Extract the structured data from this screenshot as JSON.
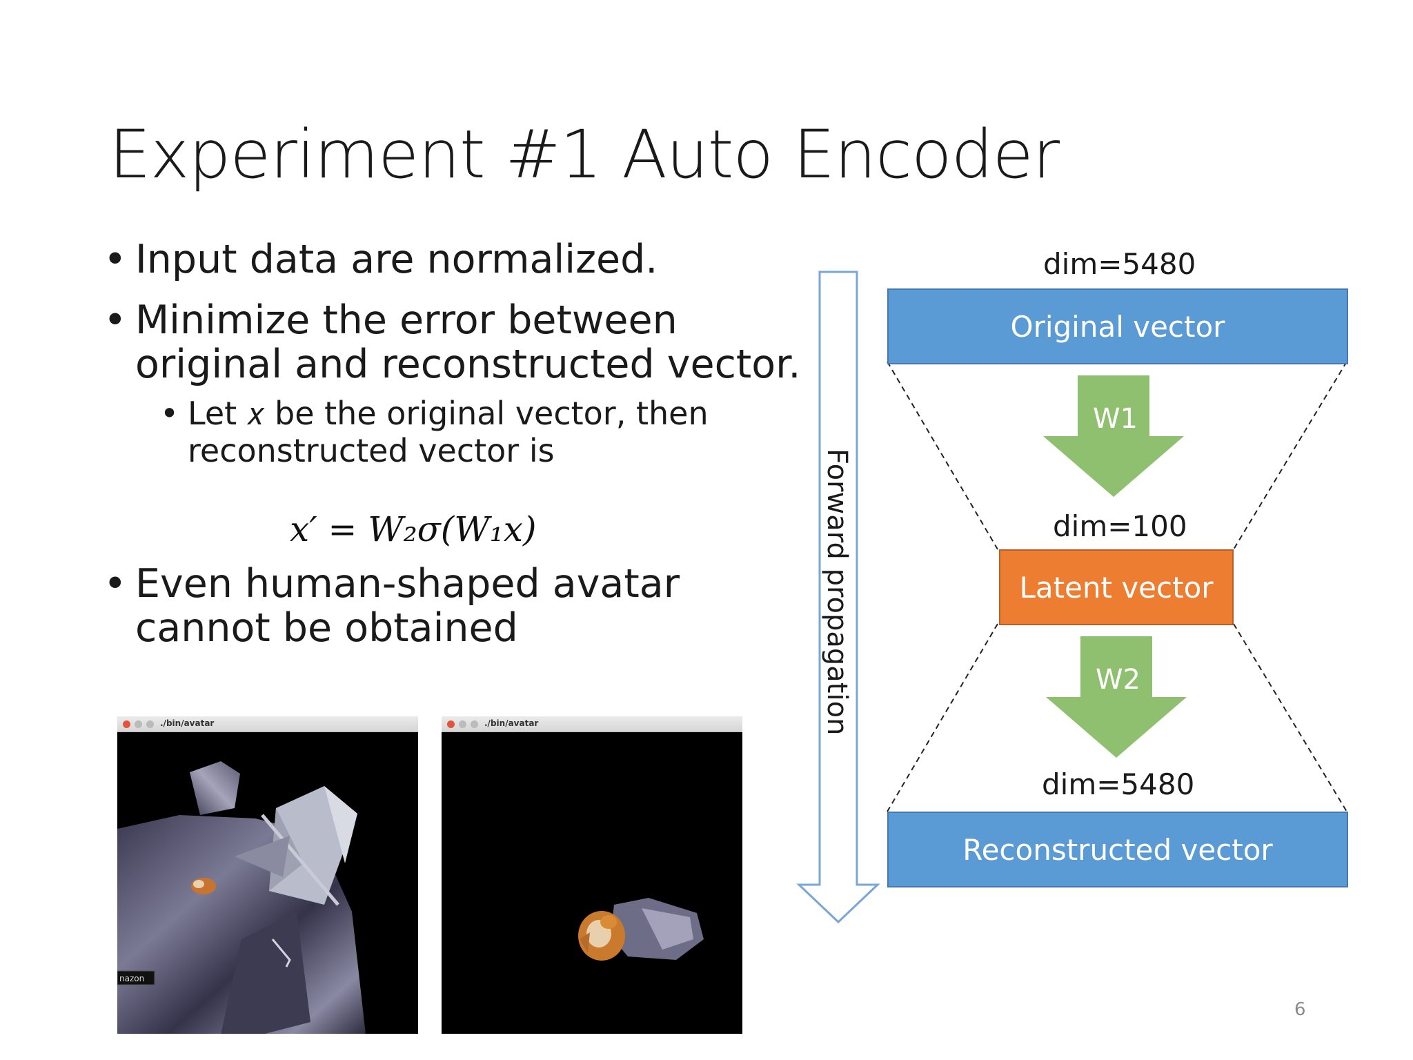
{
  "slide": {
    "title": "Experiment #1 Auto Encoder",
    "page_number": "6"
  },
  "bullets": {
    "b1": "Input data are normalized.",
    "b2_line1": "Minimize the error between",
    "b2_line2": "original and reconstructed vector.",
    "sub_line1": "Let 𝑥 be the original vector, then",
    "sub_line2": "reconstructed vector is",
    "formula": "𝑥′ = 𝑊₂𝜎(𝑊₁𝑥)",
    "b3_line1": "Even human-shaped avatar",
    "b3_line2": "cannot be obtained",
    "bullet_char": "•"
  },
  "screenshots": {
    "left_window_title": "./bin/avatar",
    "right_window_title": "./bin/avatar",
    "left_overlay_text": "nazon"
  },
  "diagram": {
    "forward_label": "Forward propagation",
    "top_dim": "dim=5480",
    "original_box": "Original vector",
    "w1": "W1",
    "mid_dim": "dim=100",
    "latent_box": "Latent vector",
    "w2": "W2",
    "bottom_dim": "dim=5480",
    "reconstructed_box": "Reconstructed vector",
    "colors": {
      "blue_box": "#5b9bd5",
      "orange_box": "#ed7d31",
      "green_arrow": "#8fc06f",
      "outline_arrow": "#7aa6d6"
    }
  }
}
